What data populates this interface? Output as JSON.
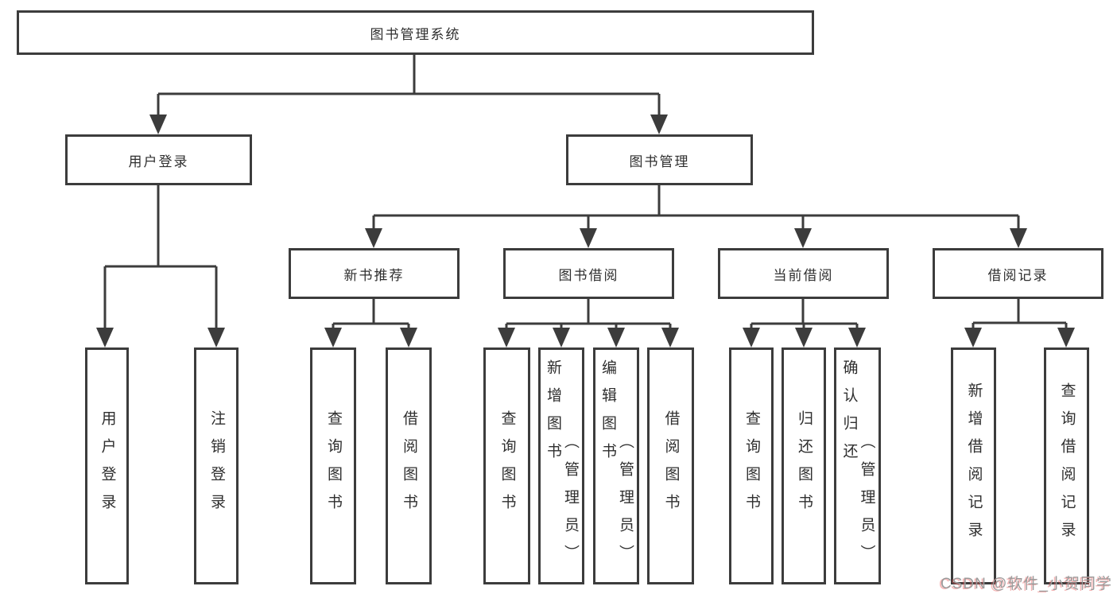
{
  "root": {
    "label": "图书管理系统"
  },
  "branches": [
    {
      "label": "用户登录",
      "children": [
        {
          "label": "用户登录"
        },
        {
          "label": "注销登录"
        }
      ]
    },
    {
      "label": "图书管理",
      "groups": [
        {
          "label": "新书推荐",
          "children": [
            {
              "label": "查询图书"
            },
            {
              "label": "借阅图书"
            }
          ]
        },
        {
          "label": "图书借阅",
          "children": [
            {
              "label": "查询图书"
            },
            {
              "label": "新增图书（管理员）",
              "lines": [
                "新增图书",
                "（管理员）"
              ]
            },
            {
              "label": "编辑图书（管理员）",
              "lines": [
                "编辑图书",
                "（管理员）"
              ]
            },
            {
              "label": "借阅图书"
            }
          ]
        },
        {
          "label": "当前借阅",
          "children": [
            {
              "label": "查询图书"
            },
            {
              "label": "归还图书"
            },
            {
              "label": "确认归还（管理员）",
              "lines": [
                "确认归还",
                "（管理员）"
              ]
            }
          ]
        },
        {
          "label": "借阅记录",
          "children": [
            {
              "label": "新增借阅记录"
            },
            {
              "label": "查询借阅记录"
            }
          ]
        }
      ]
    }
  ],
  "watermark": {
    "text": "CSDN @软件_小贺同学"
  },
  "colors": {
    "line": "#3c3c3c",
    "text": "#2f2f2f",
    "box_bg": "#ffffff",
    "watermark": "#9b9b9b",
    "watermark_accent": "#eb5a5a"
  }
}
